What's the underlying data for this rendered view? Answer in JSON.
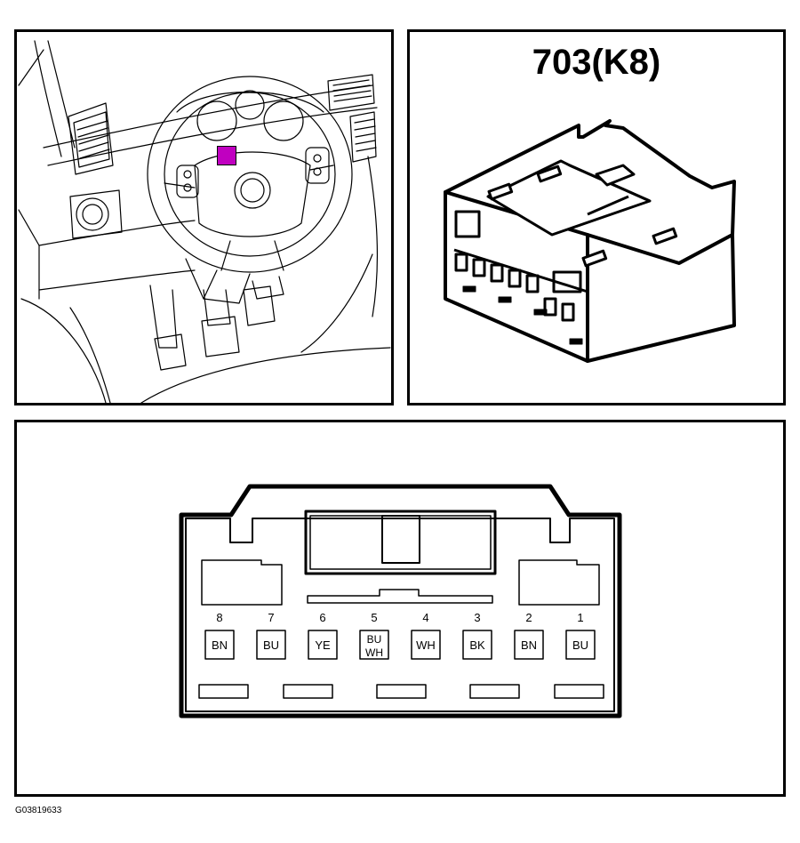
{
  "connector": {
    "title": "703(K8)"
  },
  "figure_id": "G03819633",
  "colors": {
    "highlight": "#c000c0",
    "line": "#000000",
    "background": "#ffffff"
  },
  "pins": [
    {
      "number": "8",
      "wire": [
        "BN"
      ]
    },
    {
      "number": "7",
      "wire": [
        "BU"
      ]
    },
    {
      "number": "6",
      "wire": [
        "YE"
      ]
    },
    {
      "number": "5",
      "wire": [
        "BU",
        "WH"
      ]
    },
    {
      "number": "4",
      "wire": [
        "WH"
      ]
    },
    {
      "number": "3",
      "wire": [
        "BK"
      ]
    },
    {
      "number": "2",
      "wire": [
        "BN"
      ]
    },
    {
      "number": "1",
      "wire": [
        "BU"
      ]
    }
  ]
}
